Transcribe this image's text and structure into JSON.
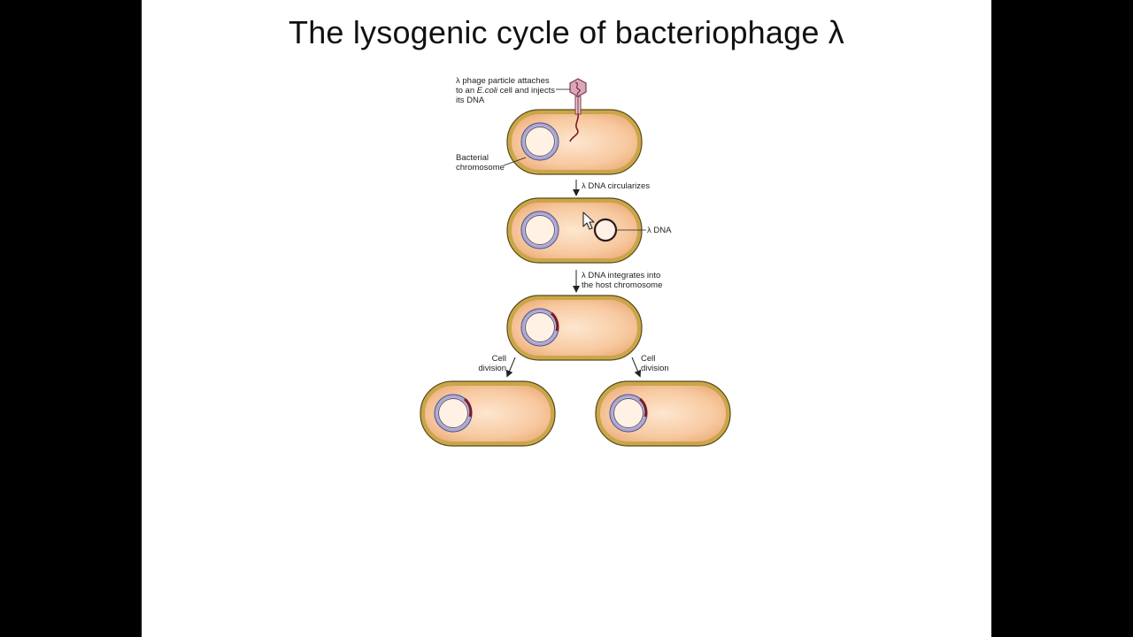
{
  "title": "The lysogenic cycle of bacteriophage λ",
  "labels": {
    "attach_1": "λ phage particle attaches",
    "attach_2_pre": "to an ",
    "attach_2_ital": "E.coli",
    "attach_2_post": " cell and injects",
    "attach_3": "its DNA",
    "chromosome_1": "Bacterial",
    "chromosome_2": "chromosome",
    "circularizes": "λ DNA circularizes",
    "lambda_dna": "λ DNA",
    "integrates_1": "λ DNA integrates into",
    "integrates_2": "the host chromosome",
    "division_left_1": "Cell",
    "division_left_2": "division",
    "division_right_1": "Cell",
    "division_right_2": "division"
  },
  "colors": {
    "cell_fill": "#f7c9a0",
    "cell_wall": "#c9a64a",
    "chromosome": "#8c8cc0",
    "lambda_dna": "#7a1a2a",
    "phage": "#b07088"
  },
  "icons": {
    "cursor": "mouse-pointer-icon"
  }
}
